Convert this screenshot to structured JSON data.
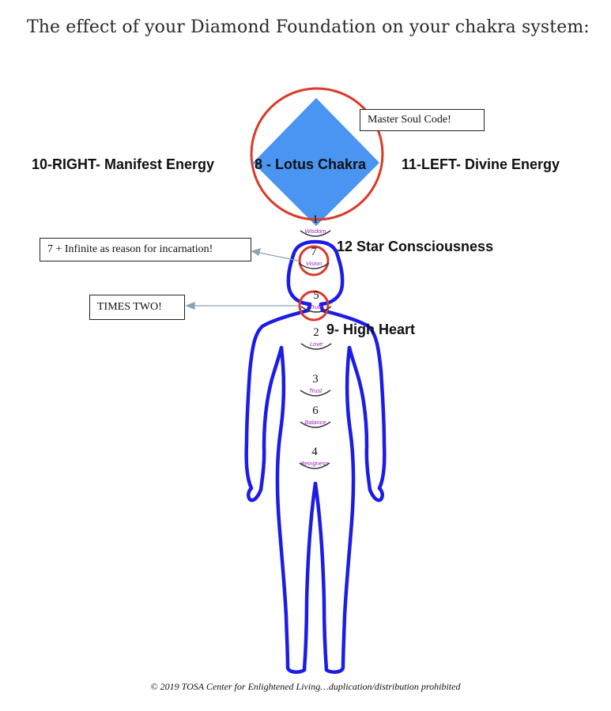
{
  "page": {
    "title": "The effect of your Diamond Foundation on your chakra system:",
    "copyright": "© 2019 TOSA Center for Enlightened Living…duplication/distribution prohibited"
  },
  "labels": {
    "right": "10-RIGHT- Manifest Energy",
    "lotus": "8 - Lotus Chakra",
    "left": "11-LEFT- Divine Energy",
    "star": "12  Star Consciousness",
    "high_heart": "9- High Heart"
  },
  "callouts": {
    "master_soul": "Master Soul Code!",
    "infinite": "7 + Infinite as reason for incarnation!",
    "times_two": "TIMES TWO!"
  },
  "chakras": [
    {
      "number": "1",
      "word": "Wisdom"
    },
    {
      "number": "7",
      "word": "Vision"
    },
    {
      "number": "5",
      "word": "Truth"
    },
    {
      "number": "2",
      "word": "Love"
    },
    {
      "number": "3",
      "word": "Trust"
    },
    {
      "number": "6",
      "word": "Balance"
    },
    {
      "number": "4",
      "word": "Beingness"
    }
  ],
  "colors": {
    "body_outline": "#1c1ce6",
    "diamond": "#4a94f2",
    "highlight_circle": "#d93a2b",
    "chakra_word": "#a020c8",
    "arrow": "#8aa4b2"
  }
}
